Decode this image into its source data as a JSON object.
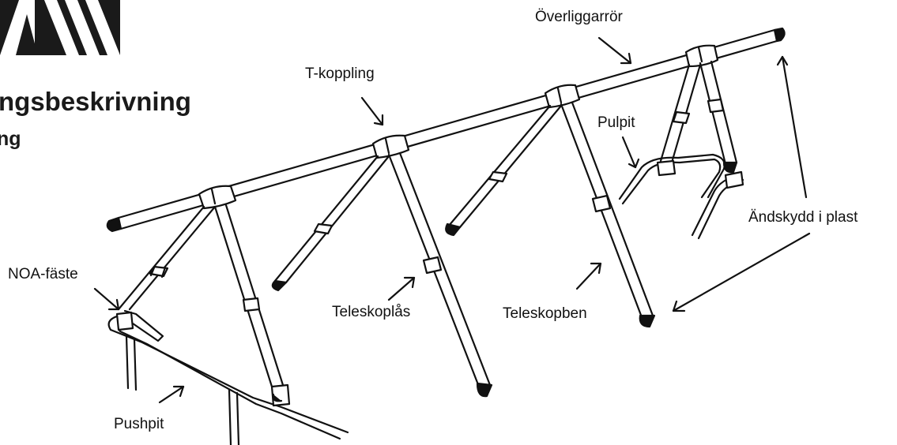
{
  "header": {
    "title_fragment": "ngsbeskrivning",
    "subtitle_fragment": "ng",
    "logo_text": "A"
  },
  "labels": {
    "overliggarror": "Överliggarrör",
    "t_koppling": "T-koppling",
    "pulpit": "Pulpit",
    "andskydd": "Ändskydd i plast",
    "noa_faste": "NOA-fäste",
    "teleskoplas": "Teleskoplås",
    "teleskopben": "Teleskopben",
    "pushpit": "Pushpit"
  },
  "colors": {
    "ink": "#111111",
    "logo_bg": "#1a1a1a",
    "paper": "#ffffff"
  }
}
